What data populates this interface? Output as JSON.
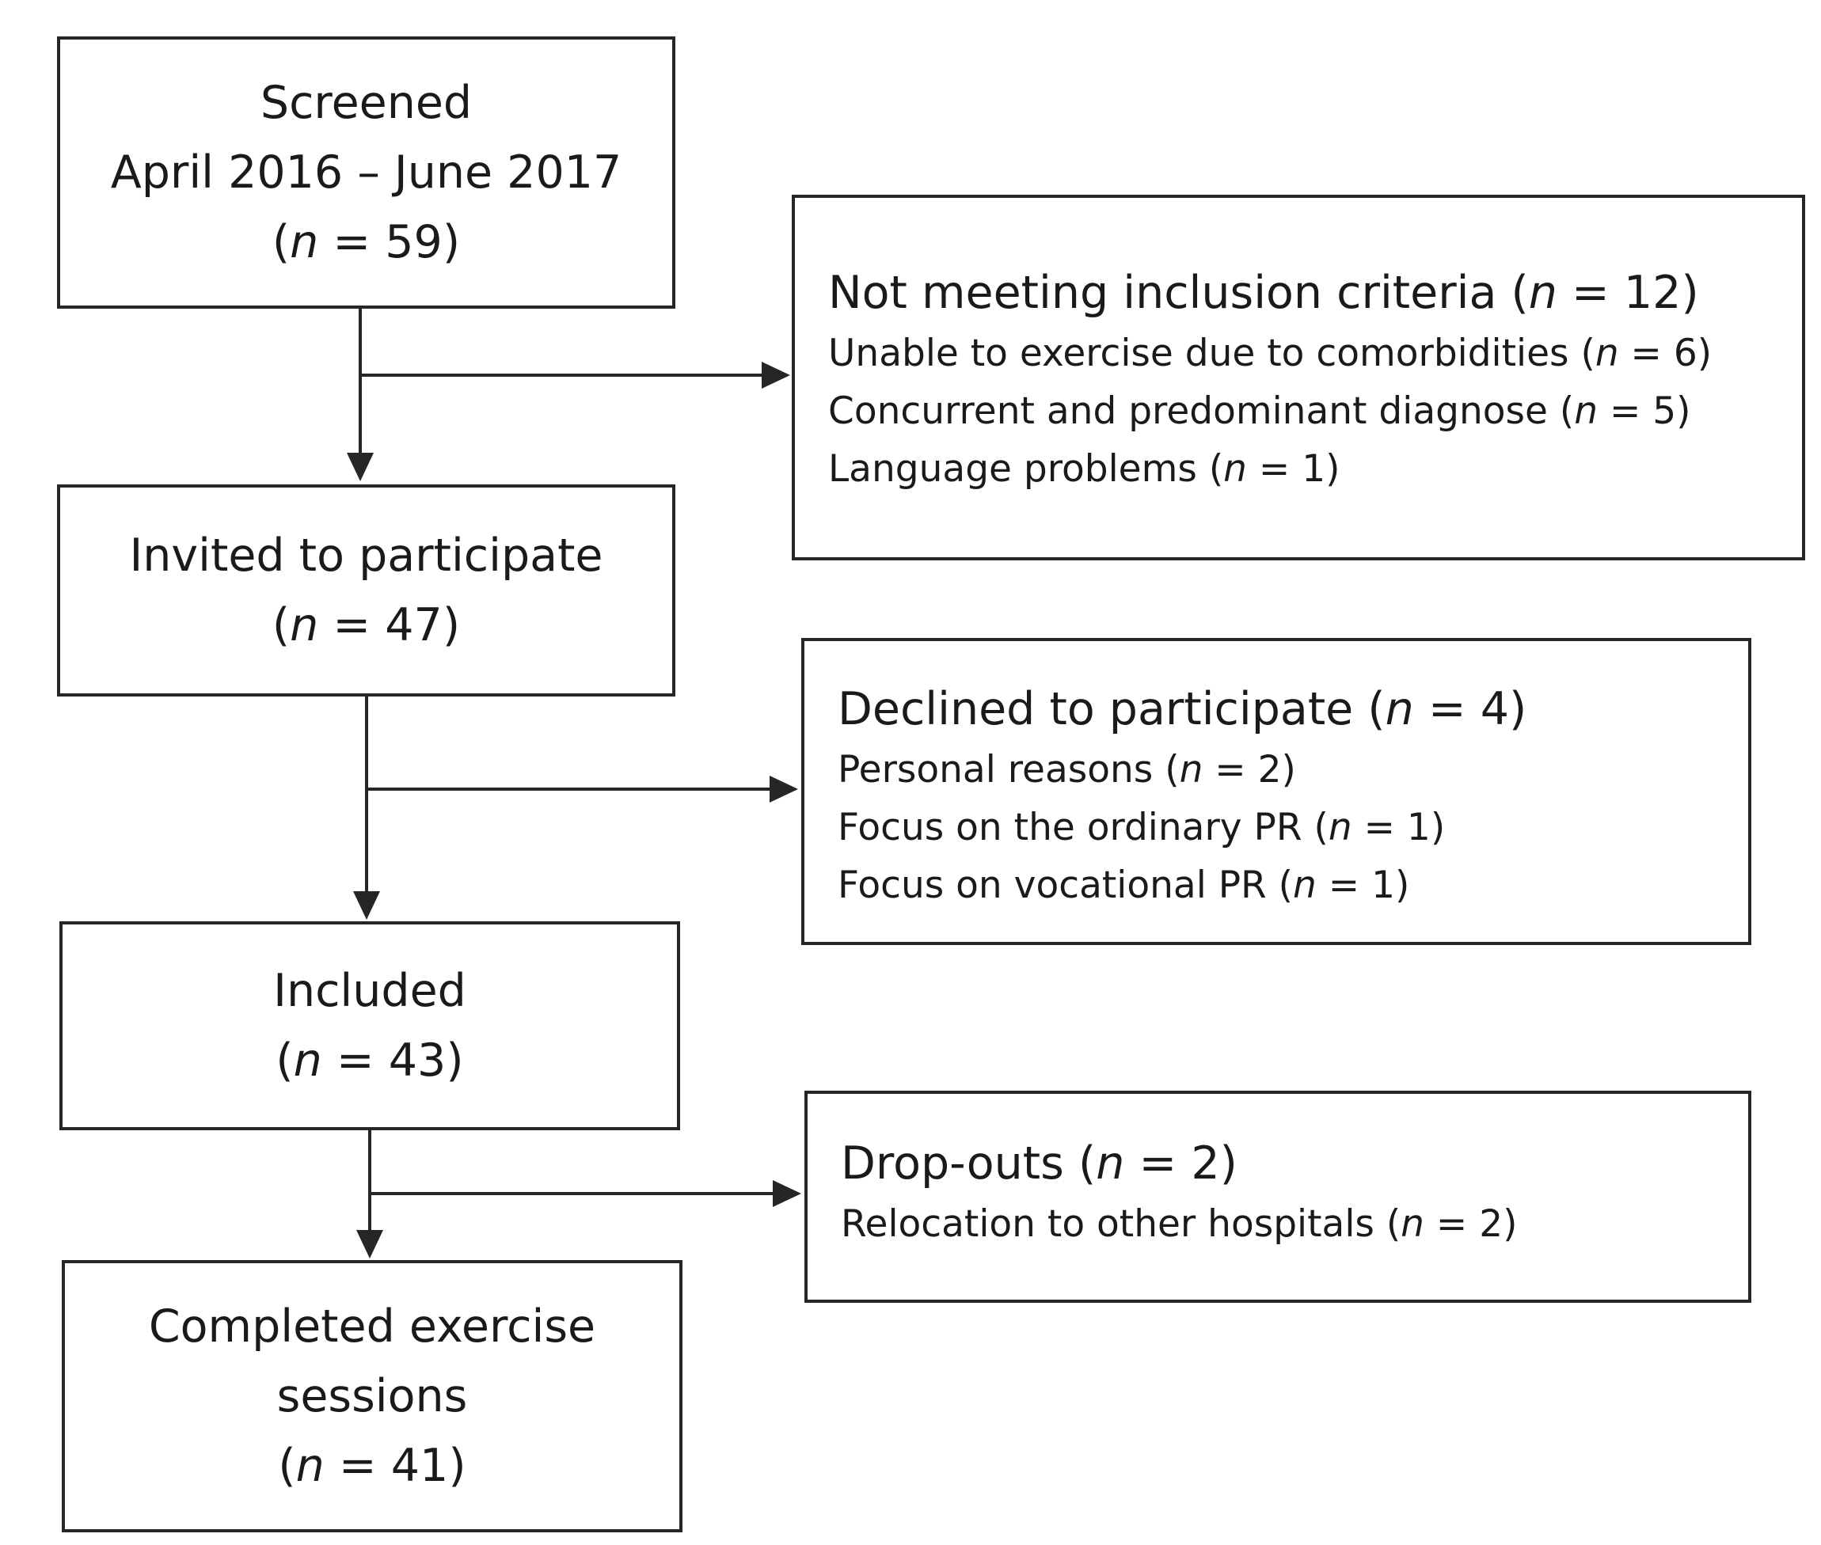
{
  "flow": {
    "screened": {
      "lines": [
        "Screened",
        "April 2016 – June 2017"
      ],
      "n": "59"
    },
    "invited": {
      "lines": [
        "Invited to participate"
      ],
      "n": "47"
    },
    "included": {
      "lines": [
        "Included"
      ],
      "n": "43"
    },
    "completed": {
      "lines": [
        "Completed exercise",
        "sessions"
      ],
      "n": "41"
    }
  },
  "exclusions": {
    "not_meeting": {
      "title": "Not meeting inclusion criteria",
      "n": "12",
      "items": [
        {
          "label": "Unable to exercise due to comorbidities",
          "n": "6"
        },
        {
          "label": "Concurrent and predominant diagnose",
          "n": " 5"
        },
        {
          "label": "Language problems",
          "n": "1"
        }
      ]
    },
    "declined": {
      "title": "Declined to participate",
      "n": "4",
      "items": [
        {
          "label": "Personal reasons",
          "n": "2"
        },
        {
          "label": "Focus on the ordinary PR",
          "n": "1"
        },
        {
          "label": "Focus on vocational PR",
          "n": "1"
        }
      ]
    },
    "dropouts": {
      "title": "Drop-outs",
      "n": "2",
      "items": [
        {
          "label": "Relocation to other hospitals",
          "n": "2"
        }
      ]
    }
  },
  "notation": {
    "n_symbol": "n",
    "equals": " = ",
    "open_paren": "(",
    "close_paren": ")"
  }
}
